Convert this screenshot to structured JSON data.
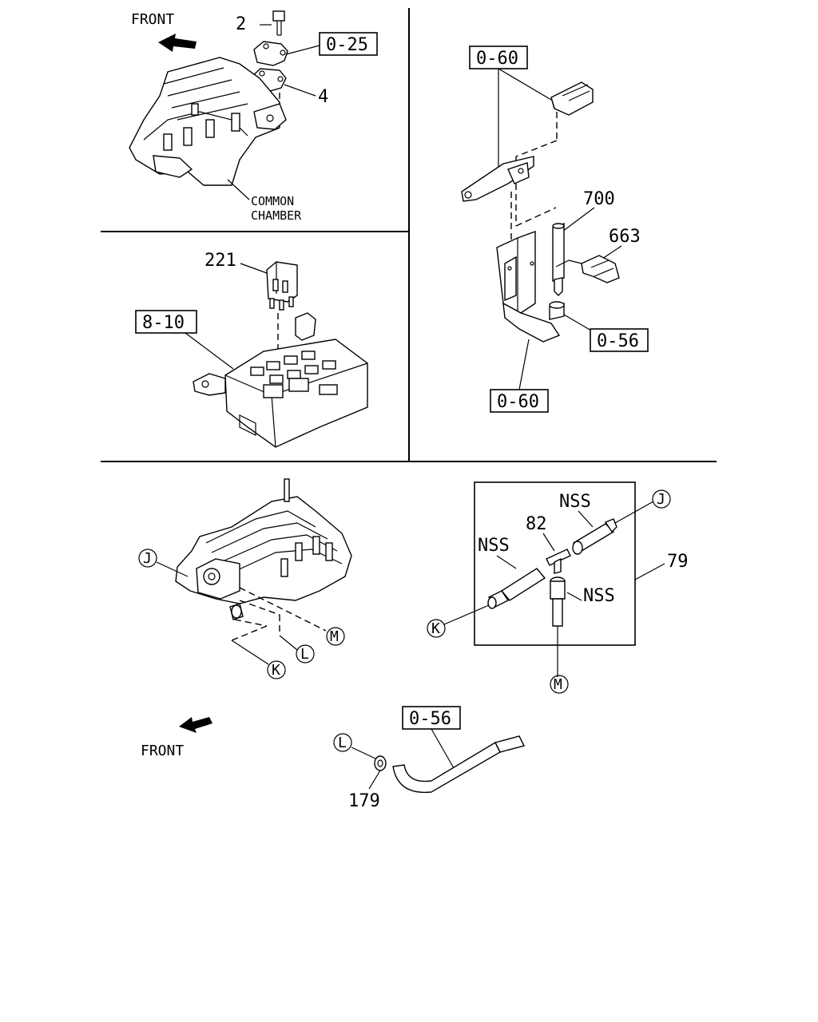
{
  "panel_tl": {
    "front_label": "FRONT",
    "callout_bolt": "2",
    "ref_cover": "0-25",
    "callout_gasket": "4",
    "common_chamber": [
      "COMMON",
      "CHAMBER"
    ]
  },
  "panel_ml": {
    "callout_relay": "221",
    "ref_relay_box": "8-10"
  },
  "panel_r": {
    "ref_top": "0-60",
    "callout_700": "700",
    "callout_663": "663",
    "ref_056": "0-56",
    "ref_bottom": "0-60"
  },
  "panel_bottom": {
    "connector_j": "J",
    "connector_k": "K",
    "connector_l": "L",
    "connector_m": "M",
    "nss_1": "NSS",
    "nss_2": "NSS",
    "nss_3": "NSS",
    "callout_82": "82",
    "callout_79": "79",
    "ref_hose": "0-56",
    "callout_179": "179",
    "front_label": "FRONT"
  }
}
